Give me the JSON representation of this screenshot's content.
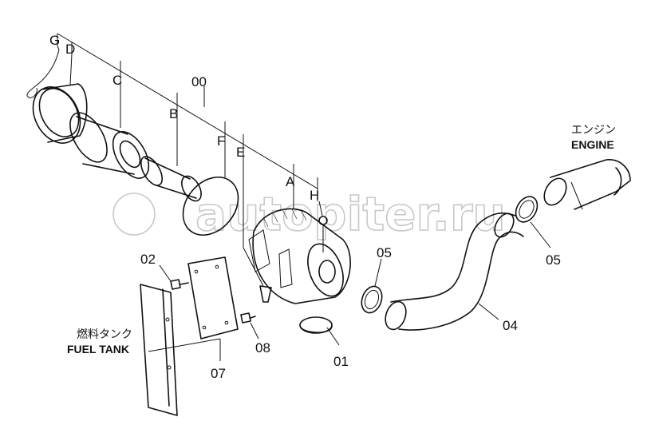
{
  "watermark": "autopiter.ru",
  "labels": {
    "G": "G",
    "D": "D",
    "C": "C",
    "B": "B",
    "00": "00",
    "F": "F",
    "E": "E",
    "A": "A",
    "H": "H",
    "05a": "05",
    "05b": "05",
    "04": "04",
    "01": "01",
    "02": "02",
    "07": "07",
    "08": "08"
  },
  "annotations": {
    "engine_jp": "エンジン",
    "engine_en": "ENGINE",
    "fuel_jp": "燃料タンク",
    "fuel_en": "FUEL TANK"
  }
}
